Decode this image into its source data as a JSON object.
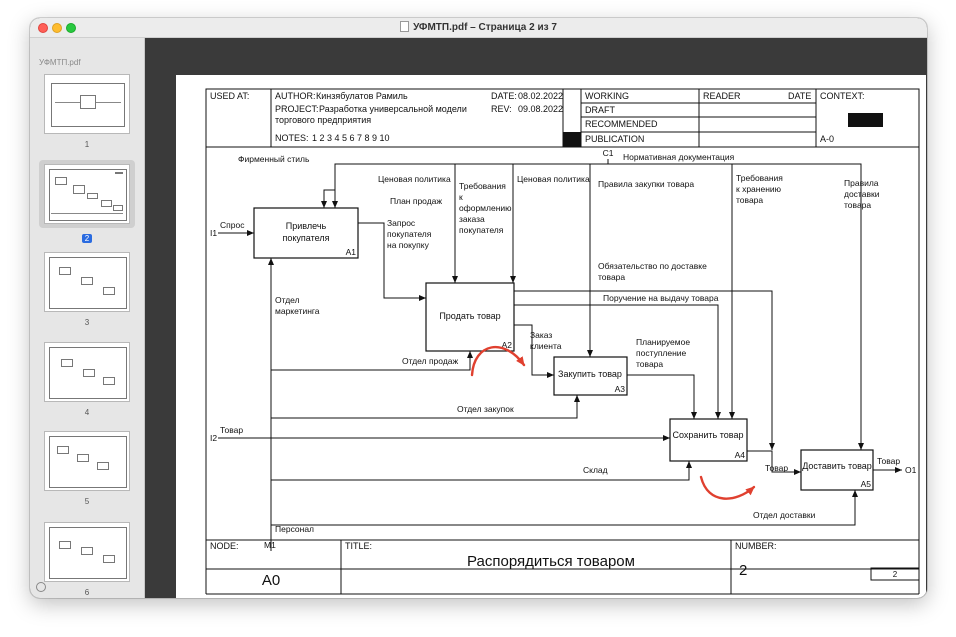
{
  "window": {
    "title": "УФМТП.pdf – Страница 2 из 7"
  },
  "sidebar": {
    "file_name": "УФМТП.pdf",
    "pages": [
      "1",
      "2",
      "3",
      "4",
      "5",
      "6"
    ],
    "selected_page": "2"
  },
  "diagram": {
    "header": {
      "used_at": "USED AT:",
      "author_label": "AUTHOR:",
      "author": "Кинзябулатов Рамиль",
      "project_label": "PROJECT:",
      "project_line1": "Разработка универсальной модели",
      "project_line2": "торгового предприятия",
      "date_label": "DATE:",
      "date": "08.02.2022",
      "rev_label": "REV:",
      "rev": "09.08.2022",
      "notes_label": "NOTES:",
      "notes": "1 2 3 4 5 6 7 8 9 10",
      "working": "WORKING",
      "draft": "DRAFT",
      "recommended": "RECOMMENDED",
      "publication": "PUBLICATION",
      "reader": "READER",
      "date2": "DATE",
      "context": "CONTEXT:",
      "context_code": "A-0"
    },
    "boxes": [
      {
        "label1": "Привлечь",
        "label2": "покупателя",
        "num": "A1"
      },
      {
        "label1": "Продать товар",
        "label2": "",
        "num": "A2"
      },
      {
        "label1": "Закупить товар",
        "label2": "",
        "num": "A3"
      },
      {
        "label1": "Сохранить товар",
        "label2": "",
        "num": "A4"
      },
      {
        "label1": "Доставить товар",
        "label2": "",
        "num": "A5"
      }
    ],
    "arrows": {
      "firm_style": "Фирменный стиль",
      "price_policy_1": "Ценовая политика",
      "sales_plan": "План продаж",
      "request_1": "Запрос",
      "request_2": "покупателя",
      "request_3": "на покупку",
      "req_order_1": "Требования",
      "req_order_2": "к",
      "req_order_3": "оформлению",
      "req_order_4": "заказа",
      "req_order_5": "покупателя",
      "price_policy_2": "Ценовая политика",
      "purchase_rules": "Правила закупки товара",
      "req_storage_1": "Требования",
      "req_storage_2": "к хранению",
      "req_storage_3": "товара",
      "delivery_rules_1": "Правила",
      "delivery_rules_2": "доставки",
      "delivery_rules_3": "товара",
      "normative": "Нормативная документация",
      "c1": "C1",
      "i1": "I1",
      "demand": "Спрос",
      "i2": "I2",
      "goods_in": "Товар",
      "marketing_1": "Отдел",
      "marketing_2": "маркетинга",
      "delivery_obligation_1": "Обязательство по доставке",
      "delivery_obligation_2": "товара",
      "issue_order": "Поручение на выдачу товара",
      "client_order_1": "Заказ",
      "client_order_2": "клиента",
      "sales_dept": "Отдел продаж",
      "planned_1": "Планируемое",
      "planned_2": "поступление",
      "planned_3": "товара",
      "purchase_dept": "Отдел закупок",
      "warehouse": "Склад",
      "goods_mid": "Товар",
      "goods_out": "Товар",
      "o1": "O1",
      "delivery_dept": "Отдел доставки",
      "staff": "Персонал",
      "m1": "M1"
    },
    "footer": {
      "node_label": "NODE:",
      "node": "A0",
      "title_label": "TITLE:",
      "title": "Распорядиться товаром",
      "number_label": "NUMBER:",
      "number": "2",
      "page_no": "2"
    }
  }
}
